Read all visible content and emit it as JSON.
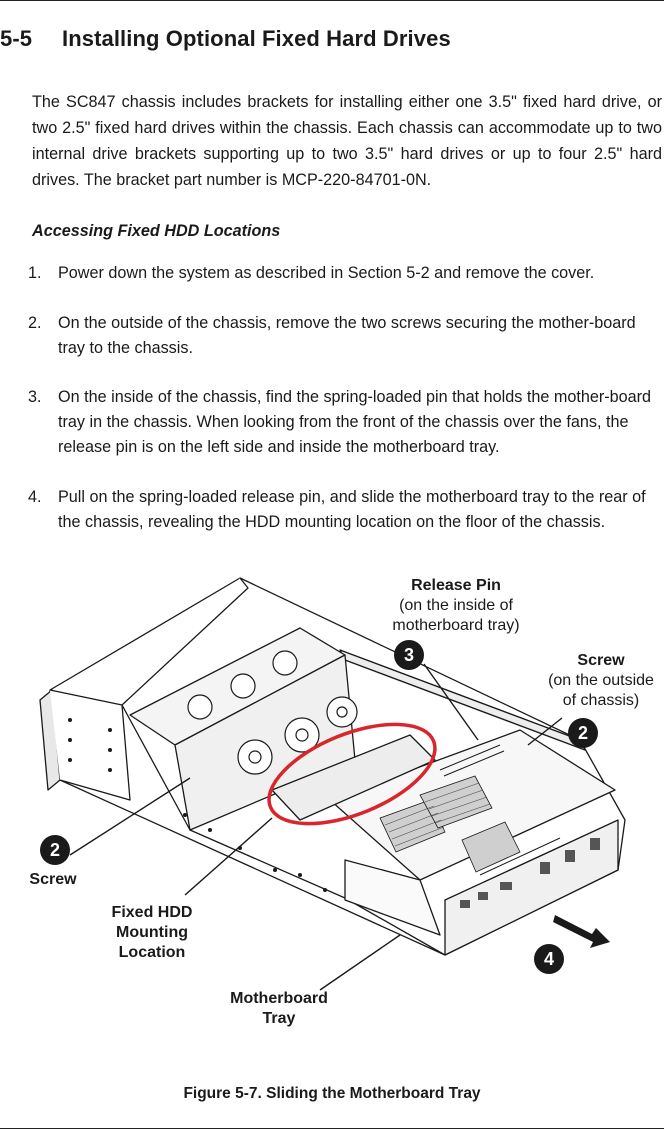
{
  "section": {
    "number": "5-5",
    "title": "Installing Optional Fixed Hard Drives"
  },
  "intro": "The SC847 chassis includes brackets for installing either one 3.5\" fixed hard drive, or two 2.5\" fixed hard drives within the chassis. Each chassis can accommodate up to two internal drive brackets supporting up to two 3.5\" hard drives or up to four 2.5\" hard drives. The bracket part number is MCP-220-84701-0N.",
  "subheading": "Accessing Fixed HDD Locations",
  "steps": [
    {
      "num": "1.",
      "text": "Power down the system as described in Section 5-2 and remove the cover."
    },
    {
      "num": "2.",
      "text": "On the outside of the chassis, remove the two screws securing the mother-board tray to the chassis."
    },
    {
      "num": "3.",
      "text": "On the inside of the chassis, find the spring-loaded pin that holds the mother-board tray in the chassis. When looking from the front of the chassis over the fans, the release pin is on the left side and inside the motherboard tray."
    },
    {
      "num": "4.",
      "text": "Pull on the spring-loaded release pin, and slide the motherboard tray to the rear of the chassis, revealing the HDD mounting location on the floor of the chassis."
    }
  ],
  "figure": {
    "labels": {
      "release_pin_title": "Release Pin",
      "release_pin_sub1": "(on the inside of",
      "release_pin_sub2": "motherboard tray)",
      "screw_right_title": "Screw",
      "screw_right_sub1": "(on the outside",
      "screw_right_sub2": "of chassis)",
      "screw_left": "Screw",
      "fixed_hdd_1": "Fixed HDD",
      "fixed_hdd_2": "Mounting",
      "fixed_hdd_3": "Location",
      "mb_tray_1": "Motherboard",
      "mb_tray_2": "Tray"
    },
    "badges": {
      "release_pin": "3",
      "screw_right": "2",
      "screw_left": "2",
      "slide": "4"
    },
    "highlight_color": "#d9262c",
    "caption": "Figure 5-7. Sliding the Motherboard Tray"
  }
}
